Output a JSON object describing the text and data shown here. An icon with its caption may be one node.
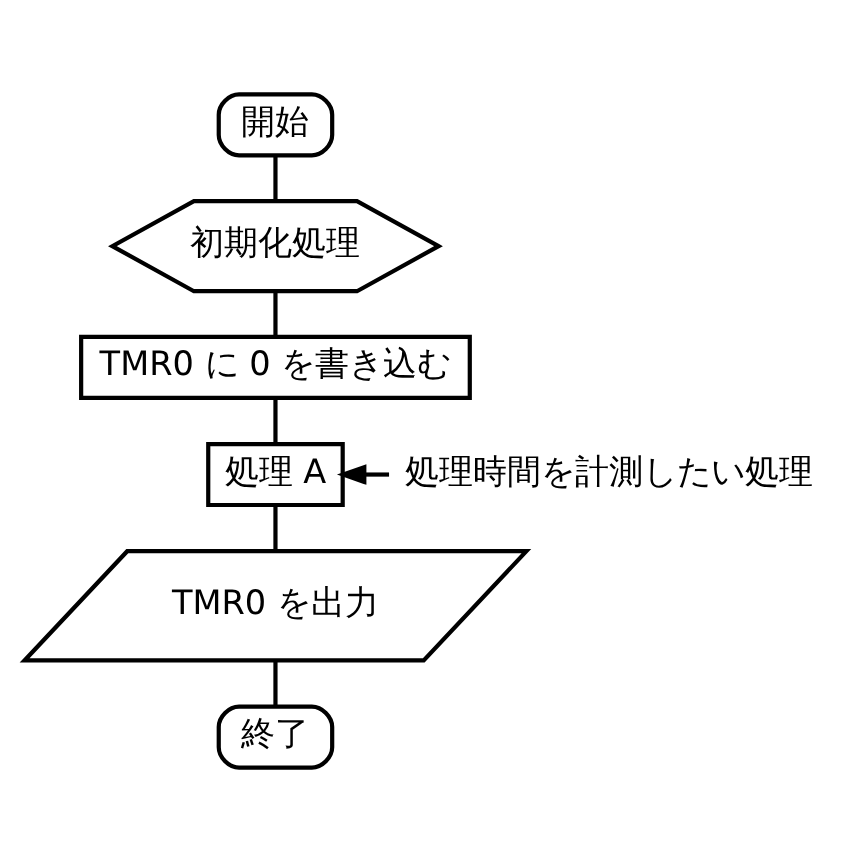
{
  "diagram": {
    "nodes": [
      {
        "text": [
          "開始"
        ]
      },
      {
        "text": [
          "初期化処理"
        ]
      },
      {
        "text": [
          "TMR0 に 0 を書き込む"
        ]
      },
      {
        "text": [
          "処理 A"
        ]
      },
      {
        "text": [
          "TMR0 を出力"
        ]
      },
      {
        "text": [
          "終了"
        ]
      },
      {
        "text": [
          "処理時間を計測したい処理"
        ]
      }
    ],
    "edges": [
      {
        "from": 0,
        "to": 1,
        "arrow": "none"
      },
      {
        "from": 1,
        "to": 2,
        "arrow": "none"
      },
      {
        "from": 2,
        "to": 3,
        "arrow": "none"
      },
      {
        "from": 3,
        "to": 4,
        "arrow": "none"
      },
      {
        "from": 4,
        "to": 5,
        "arrow": "none"
      },
      {
        "from": 6,
        "to": 3,
        "arrow": "to"
      }
    ]
  }
}
